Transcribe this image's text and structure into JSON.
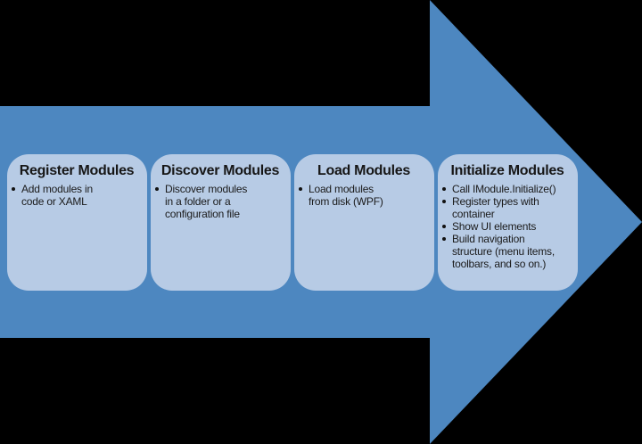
{
  "diagram": {
    "arrow_icon": "right-arrow",
    "colors": {
      "background": "#000000",
      "arrow": "#4d87c0",
      "stage_box": "#b7cbe5",
      "text": "#1a1a1a"
    },
    "stages": [
      {
        "title": "Register Modules",
        "bullets": [
          "Add modules in\ncode or XAML"
        ]
      },
      {
        "title": "Discover Modules",
        "bullets": [
          "Discover modules\nin a folder or a\nconfiguration file"
        ]
      },
      {
        "title": "Load Modules",
        "bullets": [
          "Load modules\nfrom disk (WPF)"
        ]
      },
      {
        "title": "Initialize Modules",
        "bullets": [
          "Call IModule.Initialize()",
          "Register types with\ncontainer",
          "Show UI elements",
          "Build navigation\nstructure (menu items,\ntoolbars, and so on.)"
        ]
      }
    ]
  }
}
